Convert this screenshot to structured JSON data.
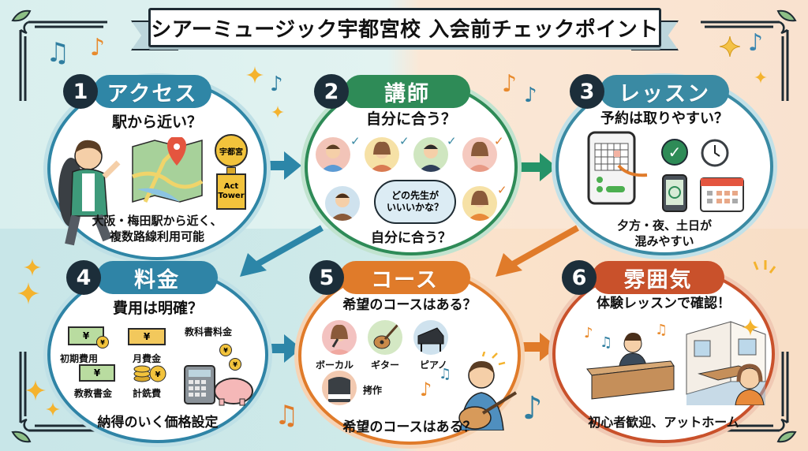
{
  "title": "シアーミュージック宇都宮校 入会前チェックポイント",
  "colors": {
    "access": "#2f86a6",
    "teacher": "#2e8b57",
    "lesson": "#3a8aa3",
    "fee": "#2f84a6",
    "course": "#e07b2a",
    "atmosphere": "#c9512b",
    "badge": "#1c2e3a",
    "bg_left": "#d6eeee",
    "bg_right": "#f8dcc7"
  },
  "panels": [
    {
      "number": "1",
      "heading": "アクセス",
      "question": "駅から近い？",
      "sign_top": "宇都宮",
      "sign_bottom_1": "Act",
      "sign_bottom_2": "Tower",
      "footer_1": "大阪・梅田駅から近く、",
      "footer_2": "複数路線利用可能",
      "icons": [
        "student-with-guitar-icon",
        "map-pin-icon",
        "station-sign-icon"
      ]
    },
    {
      "number": "2",
      "heading": "講師",
      "question": "自分に合う？",
      "bubble_1": "どの先生が",
      "bubble_2": "いいいかな？",
      "footer_1": "自分に合う？",
      "icons": [
        "teacher-avatar-icon",
        "speech-bubble-icon",
        "check-icon"
      ]
    },
    {
      "number": "3",
      "heading": "レッスン",
      "question": "予約は取りやすい？",
      "footer_1": "夕方・夜、土日が",
      "footer_2": "混みやすい",
      "icons": [
        "smartphone-calendar-icon",
        "check-circle-icon",
        "clock-icon",
        "calendar-icon"
      ]
    },
    {
      "number": "4",
      "heading": "料金",
      "question": "費用は明確？",
      "labels": [
        "初期費用",
        "月費金",
        "教科書料金",
        "教教書金",
        "計銑費"
      ],
      "footer_1": "納得のいく価格設定",
      "icons": [
        "banknote-icon",
        "coin-icon",
        "calculator-icon",
        "piggy-bank-icon"
      ]
    },
    {
      "number": "5",
      "heading": "コース",
      "question": "希望のコースはある？",
      "labels": [
        "ボーカル",
        "ギター",
        "ピアノ",
        "拷作"
      ],
      "footer_1": "希望のコースはある？",
      "icons": [
        "vocal-icon",
        "guitar-icon",
        "grand-piano-icon",
        "keyboard-icon",
        "guitarist-icon"
      ]
    },
    {
      "number": "6",
      "heading": "雰囲気",
      "question": "体験レッスンで確認！",
      "footer_1": "初心者歓迎、アットホーム",
      "icons": [
        "reception-desk-icon",
        "lesson-room-icon",
        "smiling-woman-icon"
      ]
    }
  ],
  "decorations": {
    "note_single": "♪",
    "note_double": "♫",
    "yen": "¥",
    "check": "✓"
  }
}
